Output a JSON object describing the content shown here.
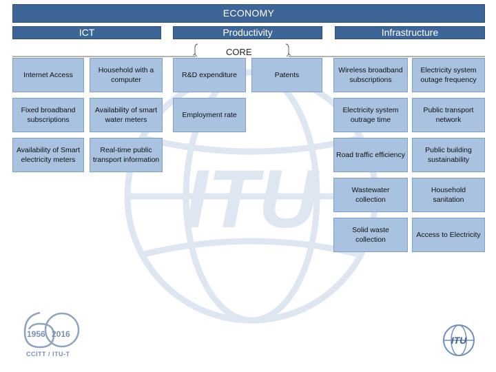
{
  "banner": "ECONOMY",
  "categories": {
    "ict": "ICT",
    "productivity": "Productivity",
    "infrastructure": "Infrastructure"
  },
  "core_label": "CORE",
  "ict": [
    [
      "Internet Access",
      "Household with a computer"
    ],
    [
      "Fixed broadband subscriptions",
      "Availability of smart water meters"
    ],
    [
      "Availability of Smart electricity meters",
      "Real-time public transport information"
    ]
  ],
  "productivity": [
    [
      "R&D expenditure",
      "Patents"
    ],
    [
      "Employment rate"
    ]
  ],
  "infrastructure": [
    [
      "Wireless broadband subscriptions",
      "Electricity system outage frequency"
    ],
    [
      "Electricity system outrage time",
      "Public transport network"
    ],
    [
      "Road traffic efficiency",
      "Public building sustainability"
    ],
    [
      "Wastewater collection",
      "Household sanitation"
    ],
    [
      "Solid waste collection",
      "Access to Electricity"
    ]
  ],
  "logo": {
    "year_start": "1956",
    "year_end": "2016",
    "caption": "CCITT / ITU-T",
    "badge_text": "ITU"
  },
  "colors": {
    "banner": "#3d6597",
    "cell": "#a8c2df",
    "watermark": "#d8e2ef"
  }
}
